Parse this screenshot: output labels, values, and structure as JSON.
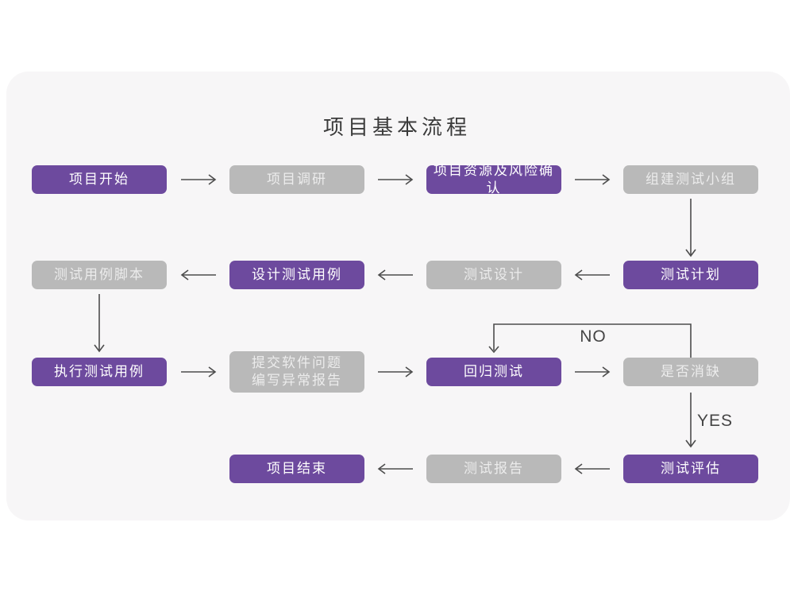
{
  "title": "项目基本流程",
  "colors": {
    "page_bg": "#ffffff",
    "card_bg": "#f7f6f7",
    "node_purple": "#6d4a9e",
    "node_gray": "#b9b9b9",
    "node_text_purple": "#ffffff",
    "node_text_gray": "#ececec",
    "arrow": "#4d4d4d",
    "label_text": "#454545"
  },
  "labels": {
    "no": "NO",
    "yes": "YES"
  },
  "nodes": [
    {
      "id": "project-start",
      "label": "项目开始",
      "variant": "purple"
    },
    {
      "id": "project-research",
      "label": "项目调研",
      "variant": "gray"
    },
    {
      "id": "project-resources-risk",
      "label": "项目资源及风险确认",
      "variant": "purple"
    },
    {
      "id": "form-test-team",
      "label": "组建测试小组",
      "variant": "gray"
    },
    {
      "id": "test-case-script",
      "label": "测试用例脚本",
      "variant": "gray"
    },
    {
      "id": "design-test-case",
      "label": "设计测试用例",
      "variant": "purple"
    },
    {
      "id": "test-design",
      "label": "测试设计",
      "variant": "gray"
    },
    {
      "id": "test-plan",
      "label": "测试计划",
      "variant": "purple"
    },
    {
      "id": "execute-test-case",
      "label": "执行测试用例",
      "variant": "purple"
    },
    {
      "id": "submit-issue-report",
      "label": "提交软件问题\n编写异常报告",
      "variant": "gray"
    },
    {
      "id": "regression-test",
      "label": "回归测试",
      "variant": "purple"
    },
    {
      "id": "defect-cleared",
      "label": "是否消缺",
      "variant": "gray"
    },
    {
      "id": "project-end",
      "label": "项目结束",
      "variant": "purple"
    },
    {
      "id": "test-report",
      "label": "测试报告",
      "variant": "gray"
    },
    {
      "id": "test-evaluation",
      "label": "测试评估",
      "variant": "purple"
    }
  ],
  "edges": [
    {
      "from": "project-start",
      "to": "project-research",
      "direction": "right"
    },
    {
      "from": "project-research",
      "to": "project-resources-risk",
      "direction": "right"
    },
    {
      "from": "project-resources-risk",
      "to": "form-test-team",
      "direction": "right"
    },
    {
      "from": "form-test-team",
      "to": "test-plan",
      "direction": "down"
    },
    {
      "from": "test-plan",
      "to": "test-design",
      "direction": "left"
    },
    {
      "from": "test-design",
      "to": "design-test-case",
      "direction": "left"
    },
    {
      "from": "design-test-case",
      "to": "test-case-script",
      "direction": "left"
    },
    {
      "from": "test-case-script",
      "to": "execute-test-case",
      "direction": "down"
    },
    {
      "from": "execute-test-case",
      "to": "submit-issue-report",
      "direction": "right"
    },
    {
      "from": "submit-issue-report",
      "to": "regression-test",
      "direction": "right"
    },
    {
      "from": "regression-test",
      "to": "defect-cleared",
      "direction": "right"
    },
    {
      "from": "defect-cleared",
      "to": "regression-test",
      "direction": "loop-up-left",
      "label": "NO"
    },
    {
      "from": "defect-cleared",
      "to": "test-evaluation",
      "direction": "down",
      "label": "YES"
    },
    {
      "from": "test-evaluation",
      "to": "test-report",
      "direction": "left"
    },
    {
      "from": "test-report",
      "to": "project-end",
      "direction": "left"
    }
  ]
}
